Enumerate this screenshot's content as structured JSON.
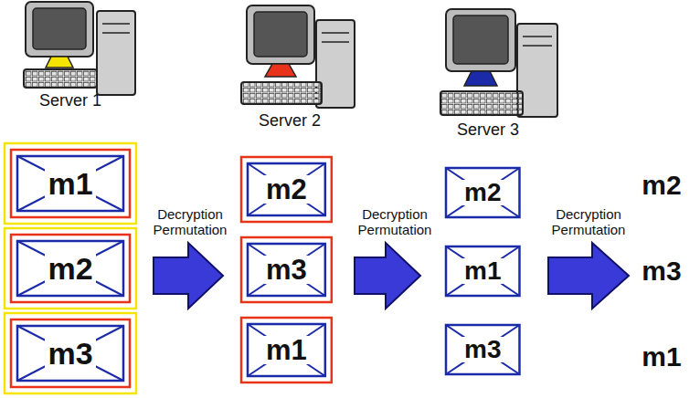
{
  "diagram": {
    "nodes": [
      {
        "text": [
          "m1"
        ]
      },
      {
        "text": [
          "m2"
        ]
      },
      {
        "text": [
          "m3"
        ]
      },
      {
        "text": [
          "m2"
        ]
      },
      {
        "text": [
          "m3"
        ]
      },
      {
        "text": [
          "m1"
        ]
      },
      {
        "text": [
          "m2"
        ]
      },
      {
        "text": [
          "m1"
        ]
      },
      {
        "text": [
          "m3"
        ]
      }
    ],
    "labels": [
      "Server 1",
      "Server 2",
      "Server 3",
      "Decryption Permutation",
      "Decryption Permutation",
      "Decryption Permutation",
      "m2",
      "m3",
      "m1"
    ]
  }
}
